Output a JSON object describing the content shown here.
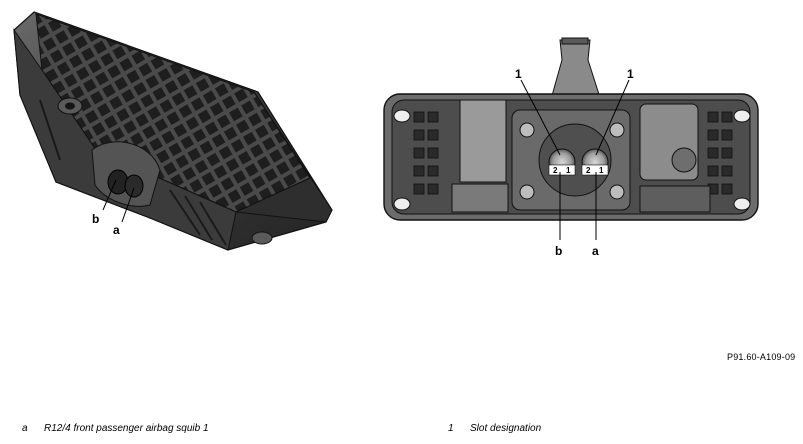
{
  "figure_ref": "P91.60-A109-09",
  "left_view": {
    "labels": {
      "b": "b",
      "a": "a"
    }
  },
  "right_view": {
    "labels": {
      "one_left": "1",
      "one_right": "1",
      "b": "b",
      "a": "a"
    },
    "pin_text": {
      "left_2": "2",
      "left_1": "1",
      "right_2": "2",
      "right_1": "1"
    }
  },
  "legend": [
    {
      "key": "a",
      "text": "R12/4 front passenger airbag squib 1"
    },
    {
      "key": "1",
      "text": "Slot designation"
    }
  ]
}
